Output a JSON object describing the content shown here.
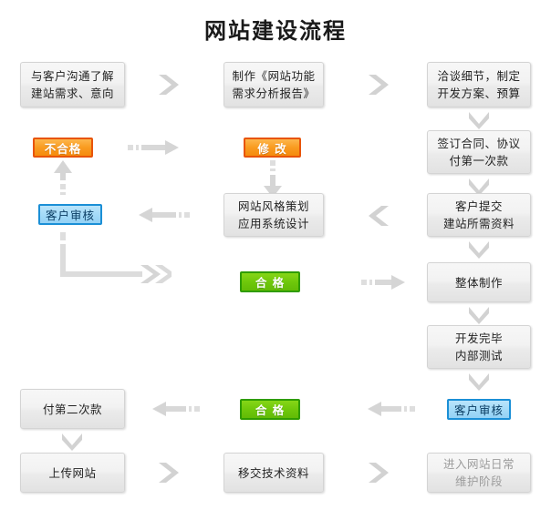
{
  "title": "网站建设流程",
  "palette": {
    "box_bg": "#f2f2f2",
    "box_border": "#d4d4d4",
    "arrow": "#d2d2d2",
    "orange_bg": "#f99b20",
    "orange_border": "#e8540a",
    "green_bg": "#6fc80b",
    "green_border": "#2f9c00",
    "blue_bg": "#a5dbf8",
    "blue_border": "#1b8fd6",
    "text": "#222222"
  },
  "nodes": {
    "n01": {
      "label": "与客户沟通了解\n建站需求、意向",
      "line1": "与客户沟通了解",
      "line2": "建站需求、意向",
      "type": "box"
    },
    "n02": {
      "line1": "制作《网站功能",
      "line2": "需求分析报告》",
      "type": "box"
    },
    "n03": {
      "line1": "洽谈细节，制定",
      "line2": "开发方案、预算",
      "type": "box"
    },
    "n04": {
      "line1": "不合格",
      "type": "badge-orange"
    },
    "n05": {
      "line1": "修  改",
      "type": "badge-orange"
    },
    "n06": {
      "line1": "签订合同、协议",
      "line2": "付第一次款",
      "type": "box"
    },
    "n07": {
      "line1": "客户审核",
      "type": "badge-blue"
    },
    "n08": {
      "line1": "网站风格策划",
      "line2": "应用系统设计",
      "type": "box"
    },
    "n09": {
      "line1": "客户提交",
      "line2": "建站所需资料",
      "type": "box"
    },
    "n10": {
      "line1": "合  格",
      "type": "badge-green"
    },
    "n11": {
      "line1": "整体制作",
      "type": "box"
    },
    "n12": {
      "line1": "开发完毕",
      "line2": "内部测试",
      "type": "box"
    },
    "n13": {
      "line1": "付第二次款",
      "type": "box"
    },
    "n14": {
      "line1": "合  格",
      "type": "badge-green"
    },
    "n15": {
      "line1": "客户审核",
      "type": "badge-blue"
    },
    "n16": {
      "line1": "上传网站",
      "type": "box"
    },
    "n17": {
      "line1": "移交技术资料",
      "type": "box"
    },
    "n18": {
      "line1": "进入网站日常",
      "line2": "维护阶段",
      "type": "box"
    }
  },
  "arrows": {
    "a1": "chevron-right-icon",
    "a2": "chevron-right-icon",
    "a3": "chevron-down-icon",
    "a4": "dashed-arrow-right-icon",
    "a5": "chevron-down-icon",
    "a6": "dashed-arrow-up-icon",
    "a7": "dashed-arrow-left-icon",
    "a8": "chevron-left-icon",
    "a9": "chevron-down-icon",
    "a10": "elbow-arrow-right-icon",
    "a11": "dashed-arrow-right-icon",
    "a12": "chevron-down-icon",
    "a13": "chevron-down-icon",
    "a14": "chevron-down-icon",
    "a15": "dashed-arrow-left-icon",
    "a16": "dashed-arrow-left-icon",
    "a17": "chevron-down-icon",
    "a18": "chevron-right-icon",
    "a19": "chevron-right-icon"
  }
}
